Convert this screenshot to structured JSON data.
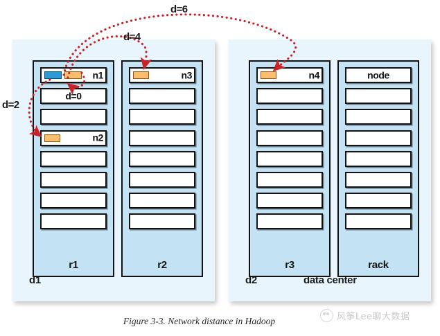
{
  "figure": {
    "caption": "Figure 3-3. Network distance in Hadoop",
    "watermark_text": "风筝Lee聊大数据",
    "watermark_logo": "panda-face-logo"
  },
  "colors": {
    "datacenter_fill": "#e9f5fc",
    "rack_fill": "#c3e2f4",
    "slot_fill": "#ffffff",
    "outline": "#121212",
    "chip_blue": "#2b9bd6",
    "chip_orange": "#fabe6e",
    "arrow_red": "#c9222a"
  },
  "distance_labels": [
    {
      "id": "d6",
      "text": "d=6"
    },
    {
      "id": "d4",
      "text": "d=4"
    },
    {
      "id": "d2",
      "text": "d=2"
    }
  ],
  "datacenters": [
    {
      "id": "d1",
      "label": "d1",
      "caption": "",
      "racks": [
        {
          "id": "r1",
          "name": "r1",
          "slots": [
            {
              "label": "n1",
              "label_align": "right",
              "chips": [
                "blue",
                "orange"
              ]
            },
            {
              "label": "d=0",
              "label_align": "center",
              "chips": []
            },
            {
              "label": "",
              "label_align": "right",
              "chips": []
            },
            {
              "label": "n2",
              "label_align": "right",
              "chips": [
                "orange"
              ]
            },
            {
              "label": "",
              "label_align": "right",
              "chips": []
            },
            {
              "label": "",
              "label_align": "right",
              "chips": []
            },
            {
              "label": "",
              "label_align": "right",
              "chips": []
            },
            {
              "label": "",
              "label_align": "right",
              "chips": []
            }
          ]
        },
        {
          "id": "r2",
          "name": "r2",
          "slots": [
            {
              "label": "n3",
              "label_align": "right",
              "chips": [
                "orange"
              ]
            },
            {
              "label": "",
              "label_align": "right",
              "chips": []
            },
            {
              "label": "",
              "label_align": "right",
              "chips": []
            },
            {
              "label": "",
              "label_align": "right",
              "chips": []
            },
            {
              "label": "",
              "label_align": "right",
              "chips": []
            },
            {
              "label": "",
              "label_align": "right",
              "chips": []
            },
            {
              "label": "",
              "label_align": "right",
              "chips": []
            },
            {
              "label": "",
              "label_align": "right",
              "chips": []
            }
          ]
        }
      ]
    },
    {
      "id": "d2",
      "label": "d2",
      "caption": "data center",
      "racks": [
        {
          "id": "r3",
          "name": "r3",
          "slots": [
            {
              "label": "n4",
              "label_align": "right",
              "chips": [
                "orange"
              ]
            },
            {
              "label": "",
              "label_align": "right",
              "chips": []
            },
            {
              "label": "",
              "label_align": "right",
              "chips": []
            },
            {
              "label": "",
              "label_align": "right",
              "chips": []
            },
            {
              "label": "",
              "label_align": "right",
              "chips": []
            },
            {
              "label": "",
              "label_align": "right",
              "chips": []
            },
            {
              "label": "",
              "label_align": "right",
              "chips": []
            },
            {
              "label": "",
              "label_align": "right",
              "chips": []
            }
          ]
        },
        {
          "id": "rack",
          "name": "rack",
          "slots": [
            {
              "label": "node",
              "label_align": "center",
              "chips": []
            },
            {
              "label": "",
              "label_align": "right",
              "chips": []
            },
            {
              "label": "",
              "label_align": "right",
              "chips": []
            },
            {
              "label": "",
              "label_align": "right",
              "chips": []
            },
            {
              "label": "",
              "label_align": "right",
              "chips": []
            },
            {
              "label": "",
              "label_align": "right",
              "chips": []
            },
            {
              "label": "",
              "label_align": "right",
              "chips": []
            },
            {
              "label": "",
              "label_align": "right",
              "chips": []
            }
          ]
        }
      ]
    }
  ]
}
